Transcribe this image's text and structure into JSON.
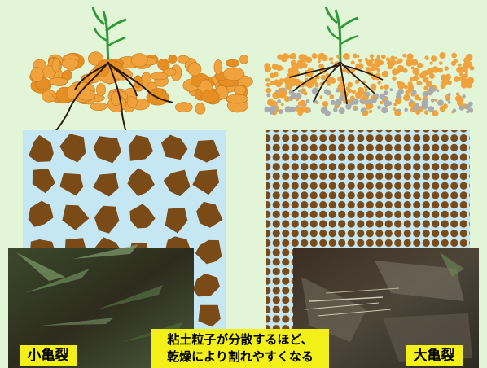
{
  "labels": {
    "left": "小亀裂",
    "right": "大亀裂"
  },
  "caption": {
    "line1": "粘土粒子が分散するほど、",
    "line2": "乾燥により割れやすくなる"
  },
  "colors": {
    "background": "#e2f5d6",
    "water": "#c5e6f3",
    "clay": "#7a4a17",
    "aggregate": "#f0a23c",
    "label": "#f3ef18",
    "stem": "#2f9a3a"
  }
}
